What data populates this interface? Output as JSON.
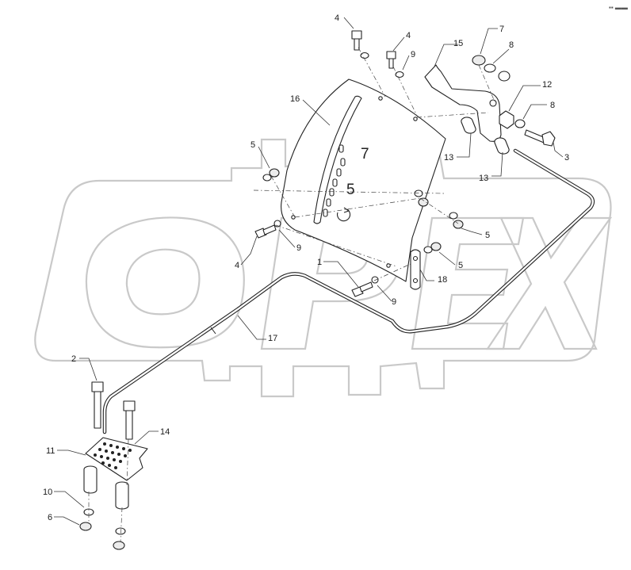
{
  "watermark": {
    "text": "OPEX"
  },
  "corner_mark": {
    "text": "▪▪ ▬▬"
  },
  "scale": {
    "marks": [
      "7",
      "5"
    ]
  },
  "callouts": [
    {
      "id": "c4a",
      "label": "4"
    },
    {
      "id": "c4b",
      "label": "4"
    },
    {
      "id": "c9a",
      "label": "9"
    },
    {
      "id": "c15",
      "label": "15"
    },
    {
      "id": "c7",
      "label": "7"
    },
    {
      "id": "c8a",
      "label": "8"
    },
    {
      "id": "c12",
      "label": "12"
    },
    {
      "id": "c8b",
      "label": "8"
    },
    {
      "id": "c16",
      "label": "16"
    },
    {
      "id": "c3",
      "label": "3"
    },
    {
      "id": "c13a",
      "label": "13"
    },
    {
      "id": "c13b",
      "label": "13"
    },
    {
      "id": "c5a",
      "label": "5"
    },
    {
      "id": "c5b",
      "label": "5"
    },
    {
      "id": "c5c",
      "label": "5"
    },
    {
      "id": "c4c",
      "label": "4"
    },
    {
      "id": "c9b",
      "label": "9"
    },
    {
      "id": "c1",
      "label": "1"
    },
    {
      "id": "c18",
      "label": "18"
    },
    {
      "id": "c9c",
      "label": "9"
    },
    {
      "id": "c17",
      "label": "17"
    },
    {
      "id": "c2",
      "label": "2"
    },
    {
      "id": "c14",
      "label": "14"
    },
    {
      "id": "c11",
      "label": "11"
    },
    {
      "id": "c10",
      "label": "10"
    },
    {
      "id": "c6",
      "label": "6"
    }
  ]
}
